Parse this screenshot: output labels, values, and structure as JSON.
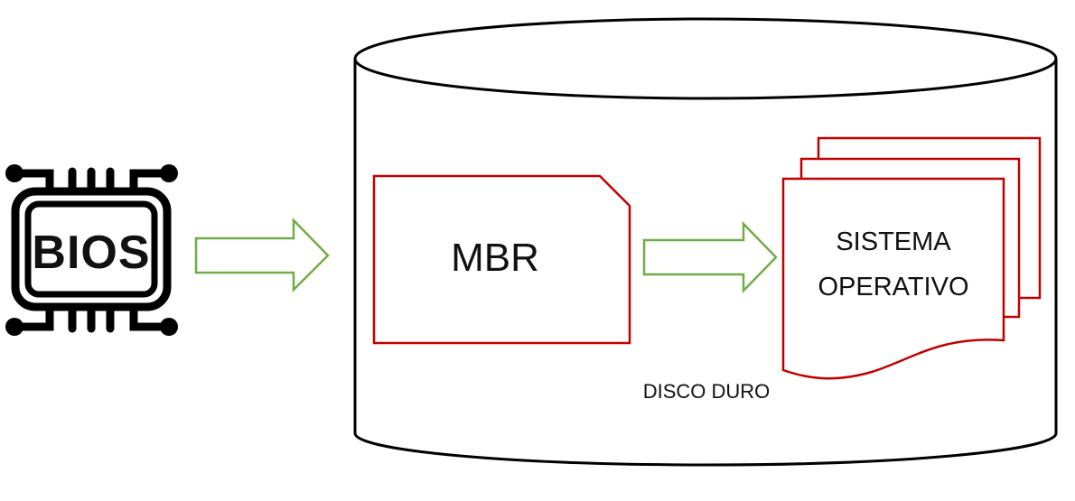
{
  "bios": {
    "label": "BIOS",
    "icon": "chip-icon"
  },
  "mbr": {
    "label": "MBR"
  },
  "os": {
    "line1": "SISTEMA",
    "line2": "OPERATIVO"
  },
  "disk": {
    "label": "DISCO DURO"
  },
  "colors": {
    "arrow_stroke": "#70AD47",
    "box_stroke": "#C00000",
    "outline": "#000000",
    "background": "#FFFFFF"
  }
}
